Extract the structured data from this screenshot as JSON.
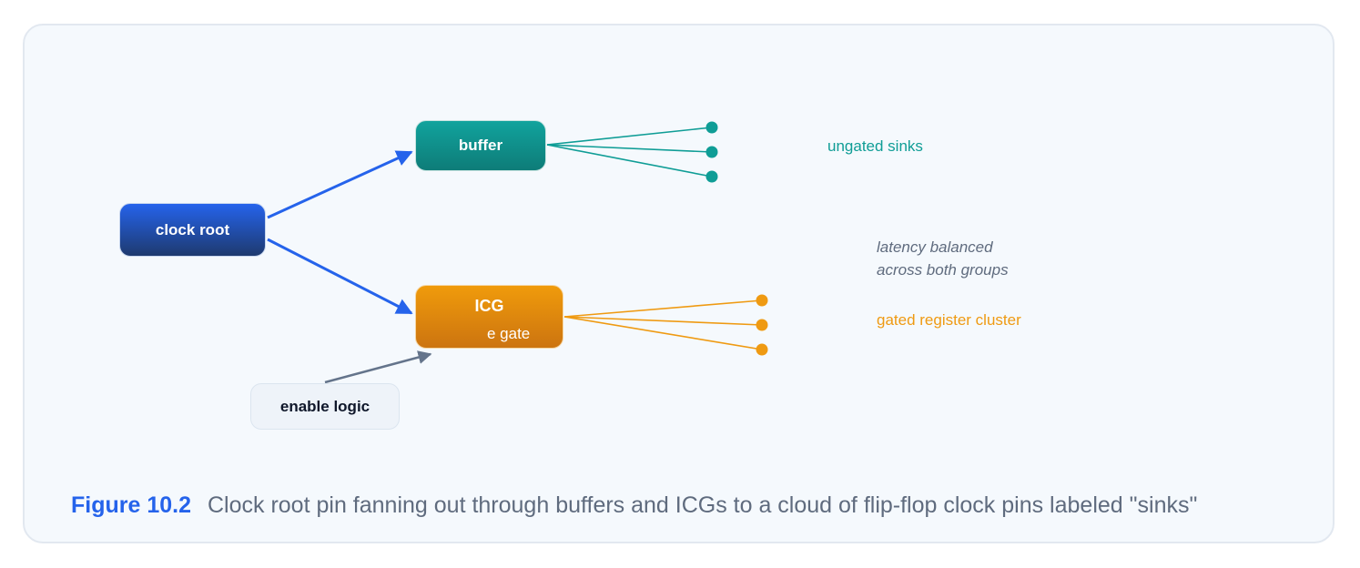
{
  "diagram": {
    "nodes": {
      "root": {
        "label": "clock root"
      },
      "buffer": {
        "label": "buffer"
      },
      "icg": {
        "label": "ICG",
        "sublabel": "e gate"
      },
      "enable": {
        "label": "enable logic"
      }
    },
    "labels": {
      "ungated": "ungated sinks",
      "gated": "gated register cluster",
      "note_line1": "latency balanced",
      "note_line2": "across both groups"
    },
    "sink_groups": {
      "ungated_count": 3,
      "gated_count": 3
    },
    "colors": {
      "root": "#2563eb",
      "buffer": "#0f9d96",
      "icg": "#f09b0b",
      "enable_arrow": "#64748b",
      "caption_number": "#2563eb"
    }
  },
  "caption": {
    "number": "Figure 10.2",
    "text": "Clock root pin fanning out through buffers and ICGs to a cloud of flip-flop clock pins labeled \"sinks\""
  }
}
